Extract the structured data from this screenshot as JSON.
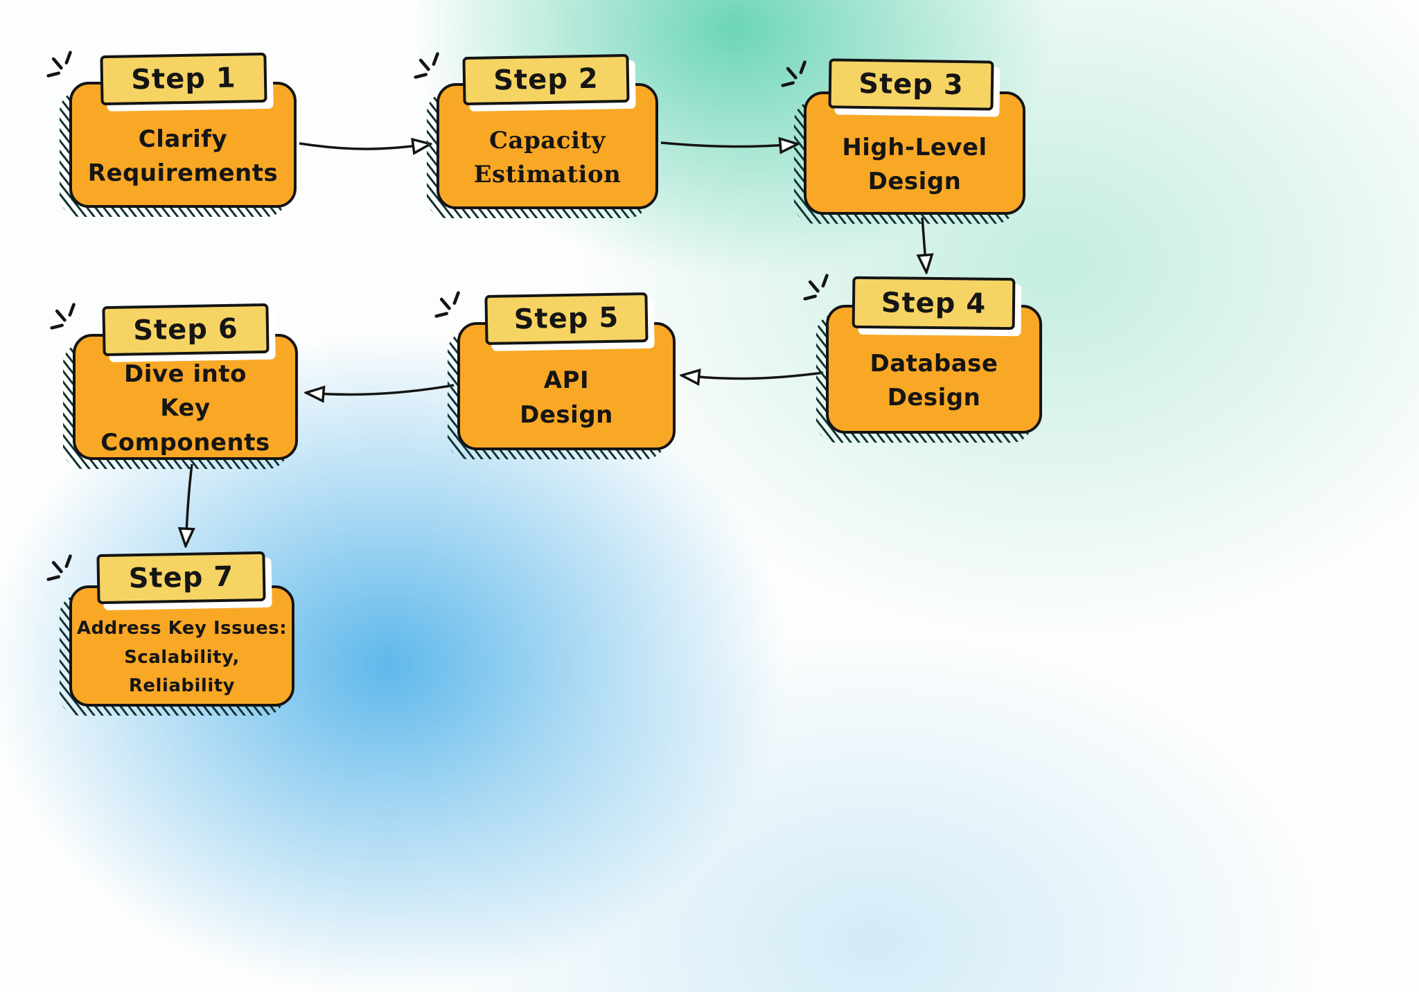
{
  "diagram": {
    "title_implicit": "System design interview steps flowchart",
    "colors": {
      "box_fill": "#F9A826",
      "tab_fill": "#F6D464",
      "outline": "#141414",
      "background_teal": "#64D3B3",
      "background_blue": "#4EB1E9",
      "tab_shadow": "#FFFFFF"
    },
    "nodes": [
      {
        "id": "step1",
        "label": "Step 1",
        "title": "Clarify\nRequirements"
      },
      {
        "id": "step2",
        "label": "Step 2",
        "title": "Capacity\nEstimation"
      },
      {
        "id": "step3",
        "label": "Step 3",
        "title": "High-Level\nDesign"
      },
      {
        "id": "step4",
        "label": "Step 4",
        "title": "Database\nDesign"
      },
      {
        "id": "step5",
        "label": "Step 5",
        "title": "API\nDesign"
      },
      {
        "id": "step6",
        "label": "Step 6",
        "title": "Dive into\nKey Components"
      },
      {
        "id": "step7",
        "label": "Step 7",
        "title": "Address Key Issues:\nScalability, Reliability"
      }
    ],
    "edges": [
      {
        "from": "step1",
        "to": "step2"
      },
      {
        "from": "step2",
        "to": "step3"
      },
      {
        "from": "step3",
        "to": "step4"
      },
      {
        "from": "step4",
        "to": "step5"
      },
      {
        "from": "step5",
        "to": "step6"
      },
      {
        "from": "step6",
        "to": "step7"
      }
    ]
  }
}
